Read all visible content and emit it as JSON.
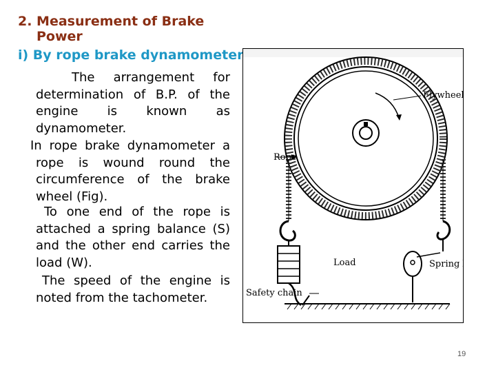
{
  "heading": {
    "line1": "2. Measurement of Brake",
    "line2": "Power"
  },
  "subheading": "i) By rope brake dynamometer:",
  "paragraphs": [
    "The arrangement for determination of B.P. of the engine is known as dynamometer.",
    "In rope brake dynamometer a rope is wound round the circumference of the brake wheel (Fig).",
    "To one end of the rope is attached a spring balance (S) and the other end carries the load (W).",
    "The speed of the engine is noted from the tachometer."
  ],
  "figure": {
    "labels": {
      "flywheel": "Flywheel",
      "rope": "Rope",
      "load": "Load",
      "spring_balance": "Spring balance",
      "safety_chain": "Safety chain"
    }
  },
  "page_number": "19"
}
